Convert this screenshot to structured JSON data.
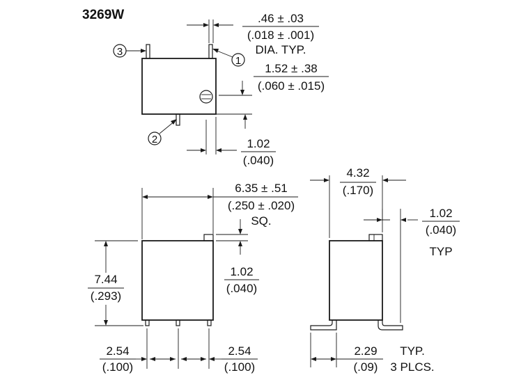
{
  "title": "3269W",
  "callouts": {
    "pin1": "1",
    "pin2": "2",
    "pin3": "3"
  },
  "dims": {
    "pin_dia_mm": ".46 ± .03",
    "pin_dia_in": "(.018 ± .001)",
    "pin_dia_note": "DIA. TYP.",
    "pin_len_mm": "1.52 ± .38",
    "pin_len_in": "(.060 ± .015)",
    "pin2_off_mm": "1.02",
    "pin2_off_in": "(.040)",
    "width_mm": "6.35 ± .51",
    "width_in": "(.250 ± .020)",
    "width_note": "SQ.",
    "screw_h_mm": "1.02",
    "screw_h_in": "(.040)",
    "height_mm": "7.44",
    "height_in": "(.293)",
    "depth_mm": "4.32",
    "depth_in": "(.170)",
    "side_screw_mm": "1.02",
    "side_screw_in": "(.040)",
    "side_screw_note": "TYP",
    "pitch_left_mm": "2.54",
    "pitch_left_in": "(.100)",
    "pitch_right_mm": "2.54",
    "pitch_right_in": "(.100)",
    "lead_mm": "2.29",
    "lead_in": "(.09)",
    "lead_note1": "TYP.",
    "lead_note2": "3 PLCS."
  }
}
